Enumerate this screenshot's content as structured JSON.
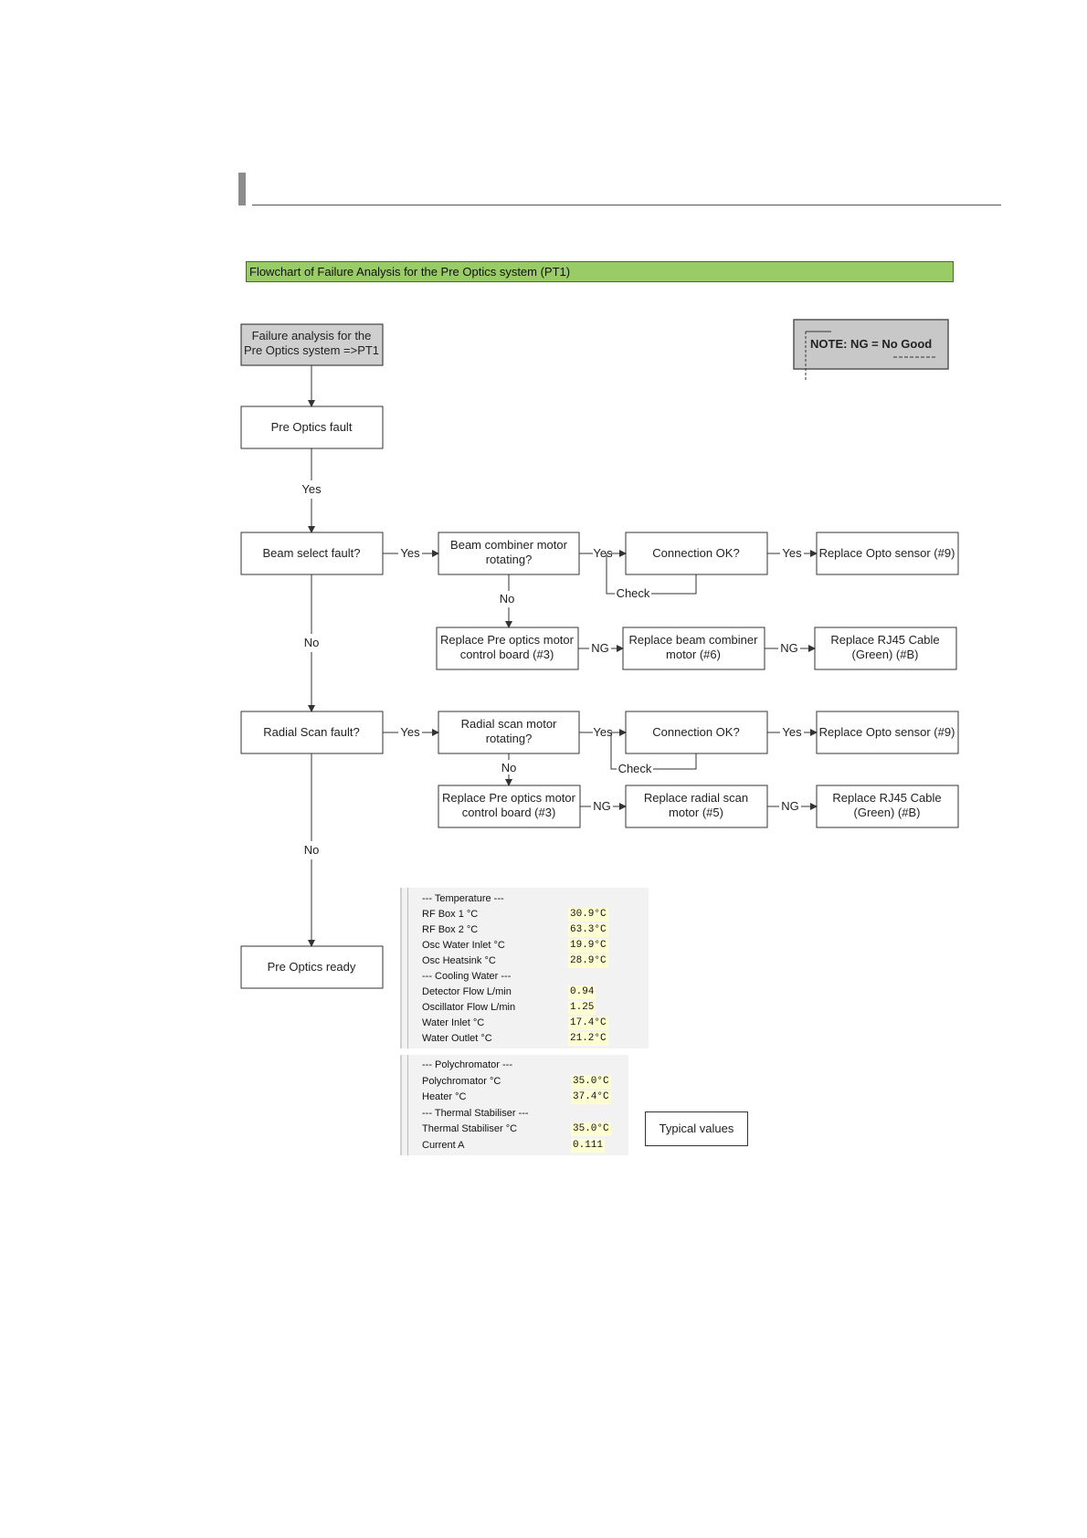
{
  "banner": {
    "title": "Flowchart of Failure Analysis for the Pre Optics system (PT1)"
  },
  "note": {
    "text": "NOTE: NG = No Good"
  },
  "nodes": {
    "start": [
      "Failure analysis for the",
      "Pre Optics system =>PT1"
    ],
    "pre_optics_fault": [
      "Pre Optics fault"
    ],
    "beam_select_fault": [
      "Beam select fault?"
    ],
    "beam_combiner_rotating": [
      "Beam combiner motor",
      "rotating?"
    ],
    "connection_ok_1": [
      "Connection OK?"
    ],
    "replace_opto_1": [
      "Replace Opto sensor (#9)"
    ],
    "replace_board_1": [
      "Replace Pre optics motor",
      "control board (#3)"
    ],
    "replace_beam_combiner_motor": [
      "Replace beam combiner",
      "motor (#6)"
    ],
    "replace_rj45_1": [
      "Replace RJ45 Cable",
      "(Green) (#B)"
    ],
    "radial_scan_fault": [
      "Radial Scan fault?"
    ],
    "radial_scan_rotating": [
      "Radial scan motor",
      "rotating?"
    ],
    "connection_ok_2": [
      "Connection OK?"
    ],
    "replace_opto_2": [
      "Replace Opto sensor (#9)"
    ],
    "replace_board_2": [
      "Replace Pre optics motor",
      "control board (#3)"
    ],
    "replace_radial_scan_motor": [
      "Replace radial scan",
      "motor (#5)"
    ],
    "replace_rj45_2": [
      "Replace RJ45 Cable",
      "(Green) (#B)"
    ],
    "pre_optics_ready": [
      "Pre Optics ready"
    ]
  },
  "edge_labels": {
    "yes": "Yes",
    "no": "No",
    "ng": "NG",
    "check": "Check"
  },
  "panel1": {
    "rows": [
      {
        "label": "--- Temperature ---",
        "value": ""
      },
      {
        "label": "RF Box 1 °C",
        "value": "30.9°C"
      },
      {
        "label": "RF Box 2 °C",
        "value": "63.3°C"
      },
      {
        "label": "Osc Water Inlet °C",
        "value": "19.9°C"
      },
      {
        "label": "Osc Heatsink °C",
        "value": "28.9°C"
      },
      {
        "label": "--- Cooling Water ---",
        "value": ""
      },
      {
        "label": "Detector Flow L/min",
        "value": "0.94"
      },
      {
        "label": "Oscillator Flow L/min",
        "value": "1.25"
      },
      {
        "label": "Water Inlet °C",
        "value": "17.4°C"
      },
      {
        "label": "Water Outlet °C",
        "value": "21.2°C"
      }
    ]
  },
  "panel2": {
    "rows": [
      {
        "label": "--- Polychromator ---",
        "value": ""
      },
      {
        "label": "Polychromator °C",
        "value": "35.0°C"
      },
      {
        "label": "Heater °C",
        "value": "37.4°C"
      },
      {
        "label": "--- Thermal Stabiliser ---",
        "value": ""
      },
      {
        "label": "Thermal Stabiliser °C",
        "value": "35.0°C"
      },
      {
        "label": "Current A",
        "value": "0.111"
      }
    ]
  },
  "typical": {
    "label": "Typical values"
  }
}
